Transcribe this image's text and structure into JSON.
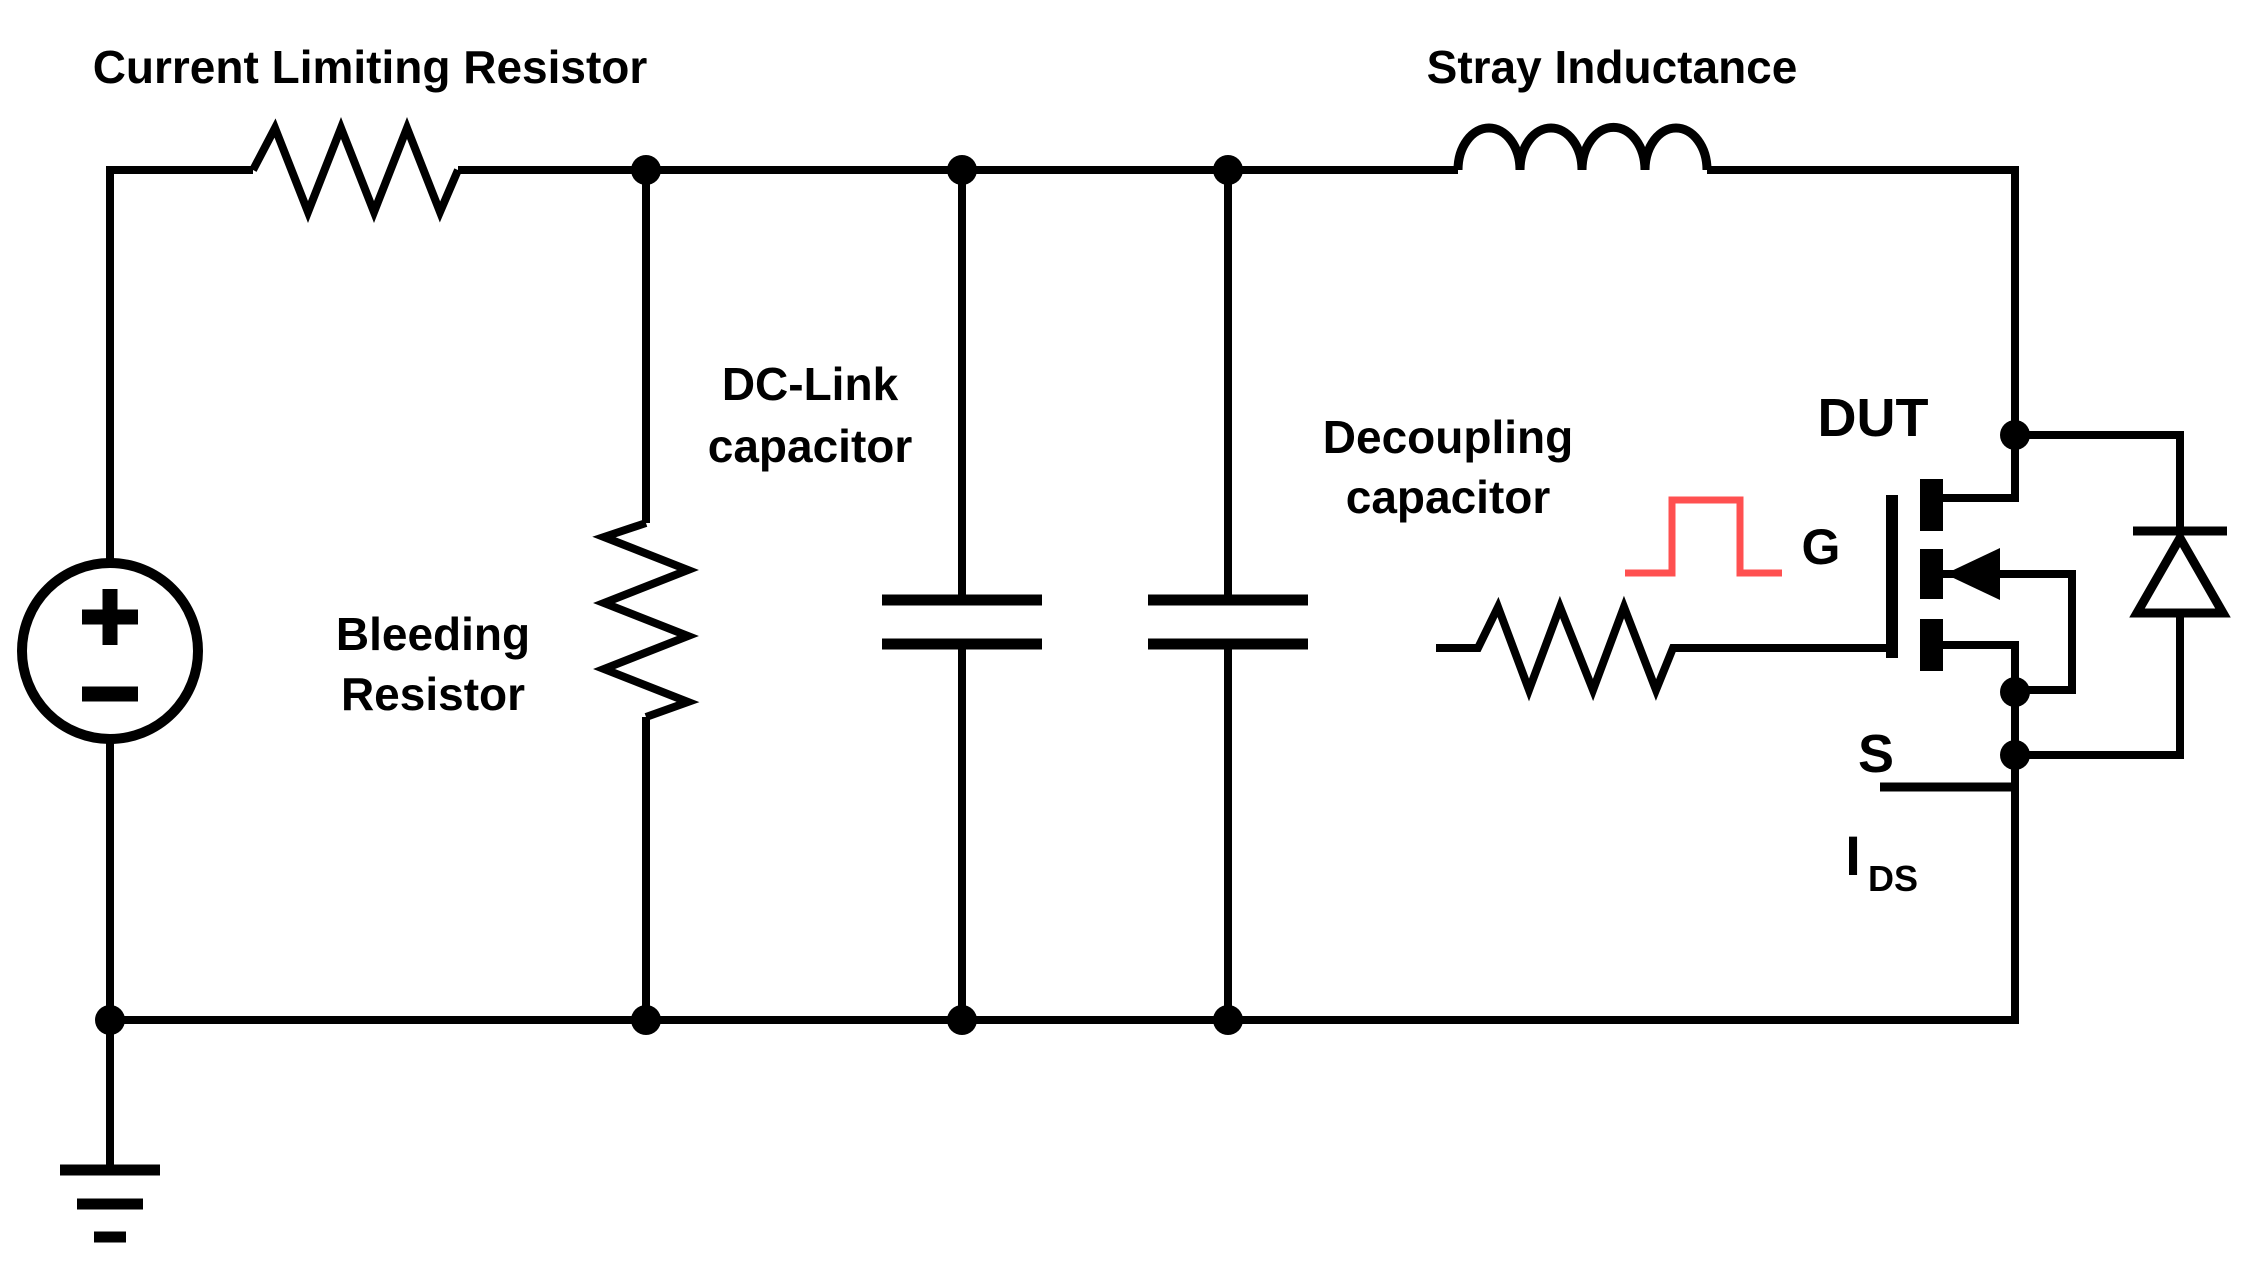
{
  "diagram": {
    "type": "circuit-schematic",
    "subject": "double-pulse-test-circuit",
    "labels": {
      "current_limiting_resistor": "Current Limiting Resistor",
      "stray_inductance": "Stray Inductance",
      "dc_link_capacitor": [
        "DC-Link",
        "capacitor"
      ],
      "bleeding_resistor": [
        "Bleeding",
        "Resistor"
      ],
      "decoupling_capacitor": [
        "Decoupling",
        "capacitor"
      ],
      "dut": "DUT",
      "gate_terminal": "G",
      "source_terminal": "S",
      "drain_source_current": {
        "symbol": "I",
        "subscript": "DS"
      }
    },
    "voltage_source": {
      "plus": "+",
      "minus": "−"
    },
    "colors": {
      "background": "#FFFFFF",
      "wire": "#000000",
      "accent_red": "#F40000",
      "pulse_red": "#FF5050"
    }
  }
}
